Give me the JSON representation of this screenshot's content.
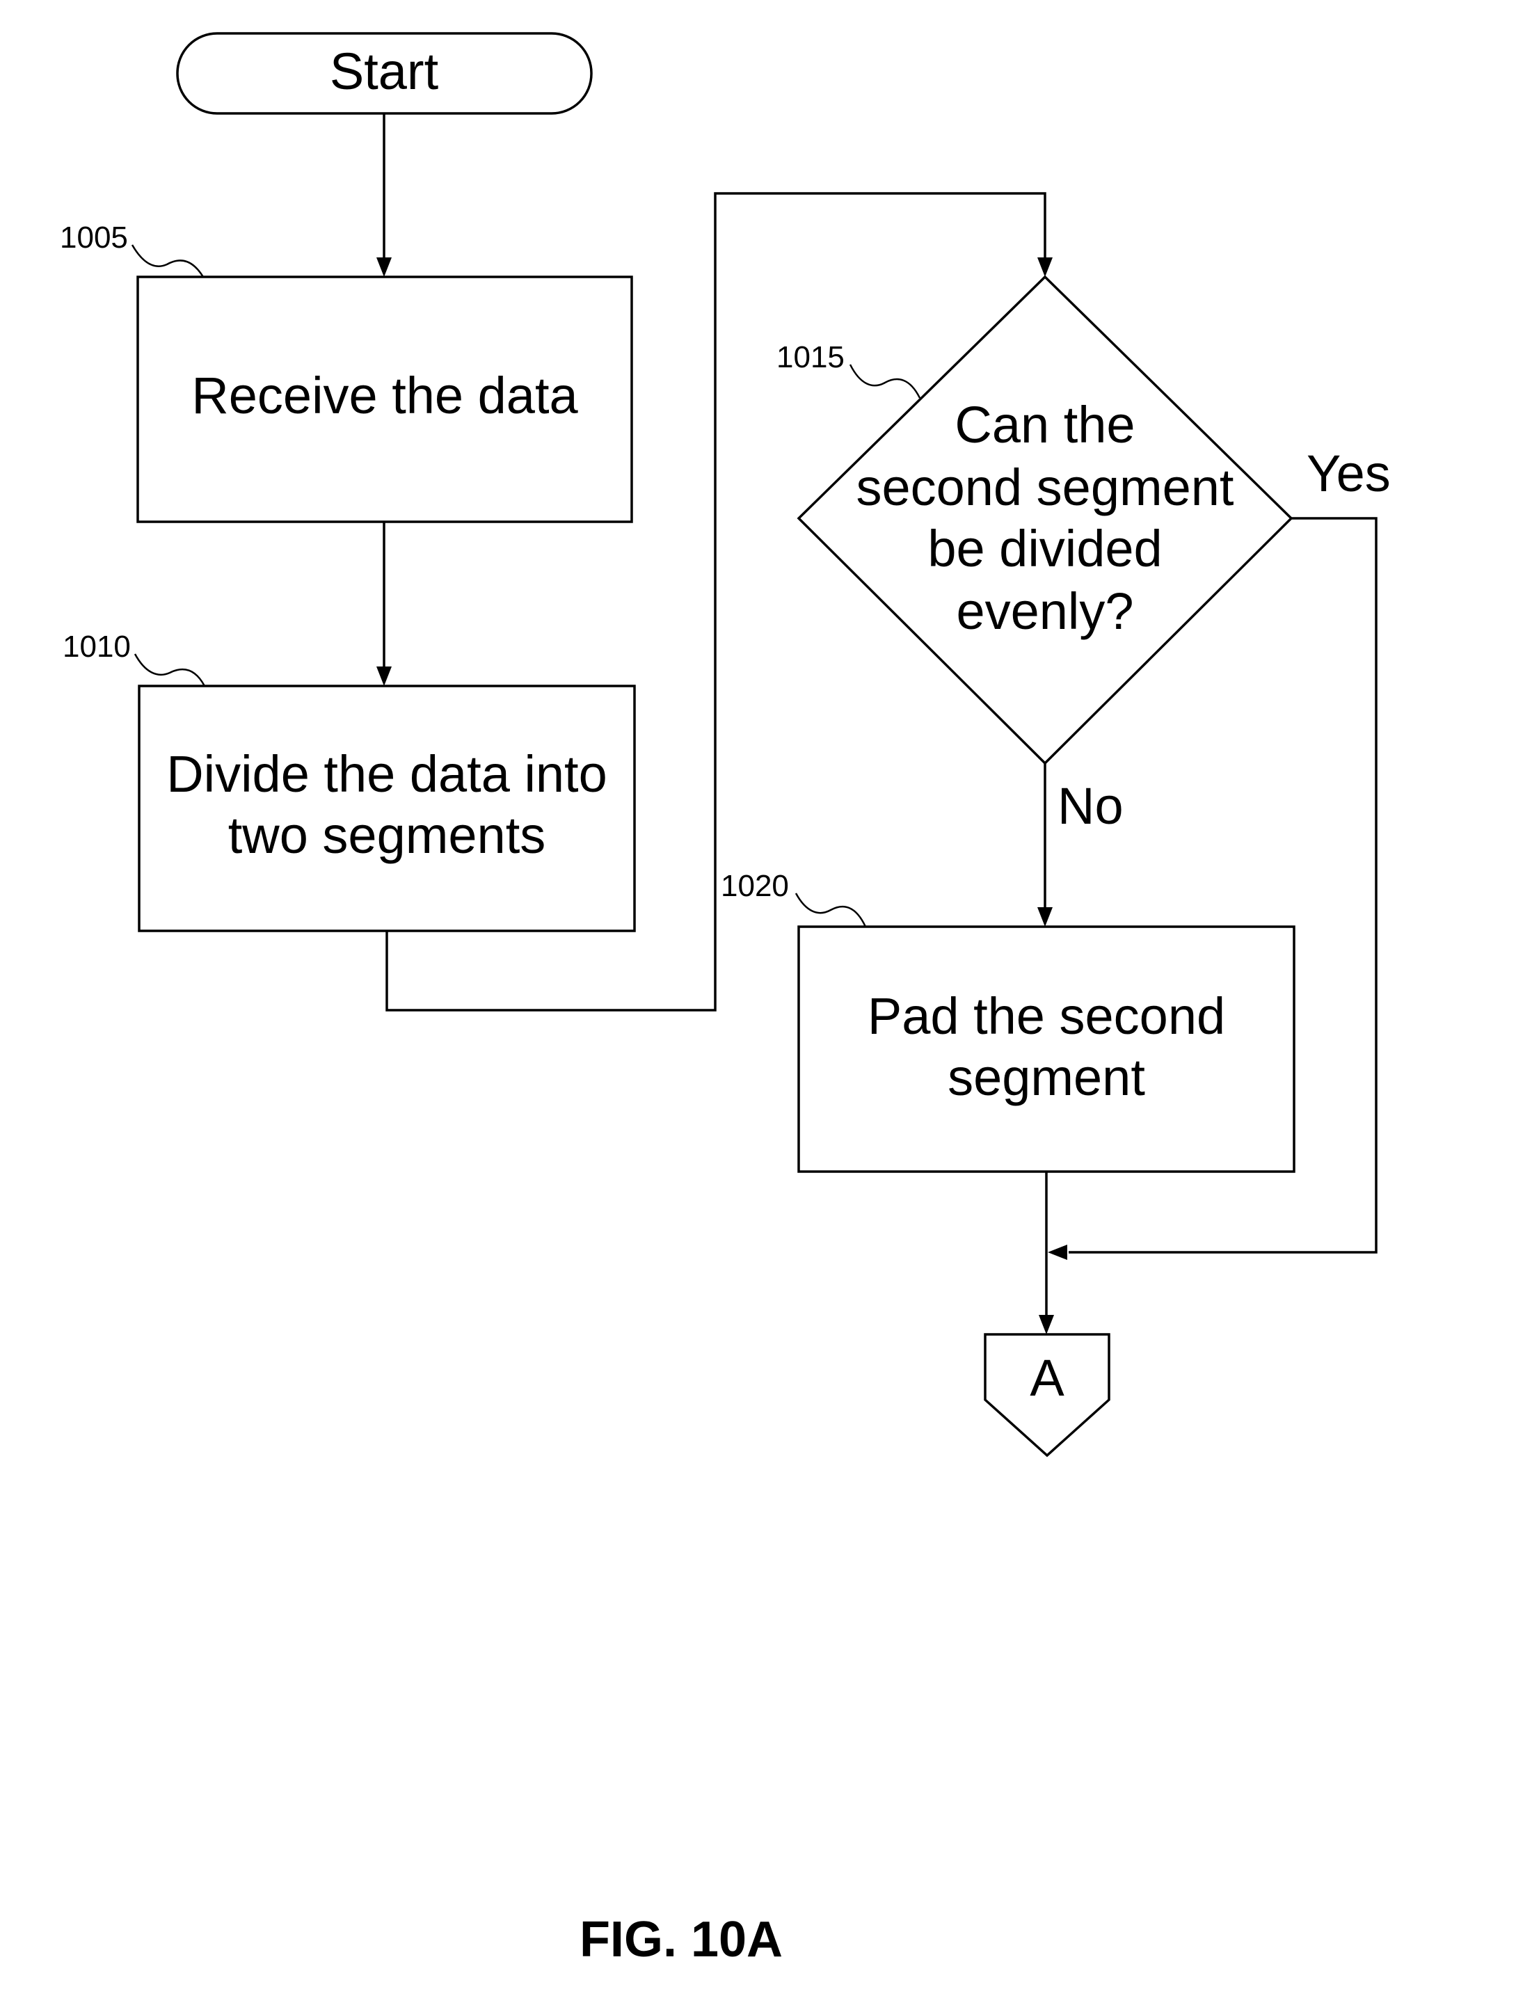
{
  "flowchart": {
    "start_label": "Start",
    "steps": [
      {
        "ref": "1005",
        "lines": [
          "Receive the data"
        ]
      },
      {
        "ref": "1010",
        "lines": [
          "Divide the data into",
          "two segments"
        ]
      },
      {
        "ref": "1015",
        "lines": [
          "Can the",
          "second segment",
          "be divided",
          "evenly?"
        ]
      },
      {
        "ref": "1020",
        "lines": [
          "Pad the second",
          "segment"
        ]
      }
    ],
    "branch_yes": "Yes",
    "branch_no": "No",
    "connector_label": "A"
  },
  "caption": "FIG. 10A"
}
